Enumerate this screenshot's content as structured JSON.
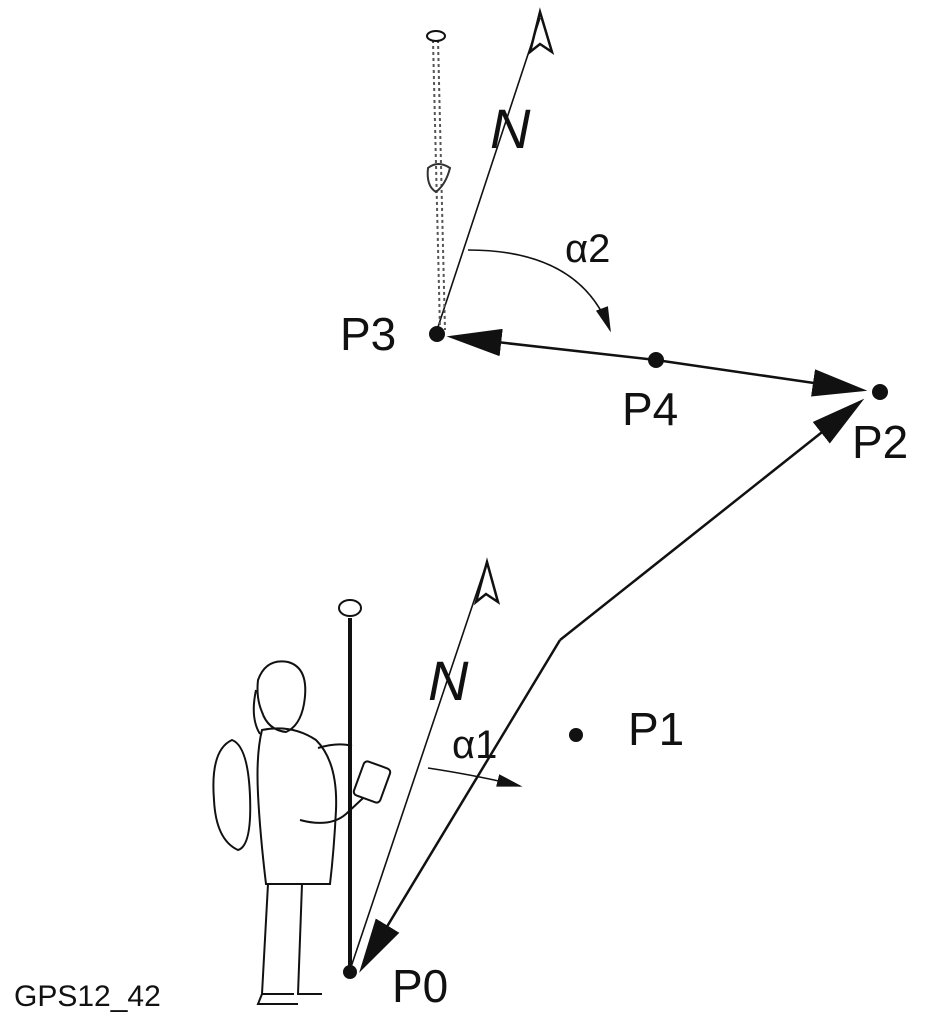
{
  "points": {
    "p0": "P0",
    "p1": "P1",
    "p2": "P2",
    "p3": "P3",
    "p4": "P4"
  },
  "angles": {
    "alpha1": "α1",
    "alpha2": "α2"
  },
  "north": {
    "lower": "N",
    "upper": "N"
  },
  "caption": "GPS12_42"
}
